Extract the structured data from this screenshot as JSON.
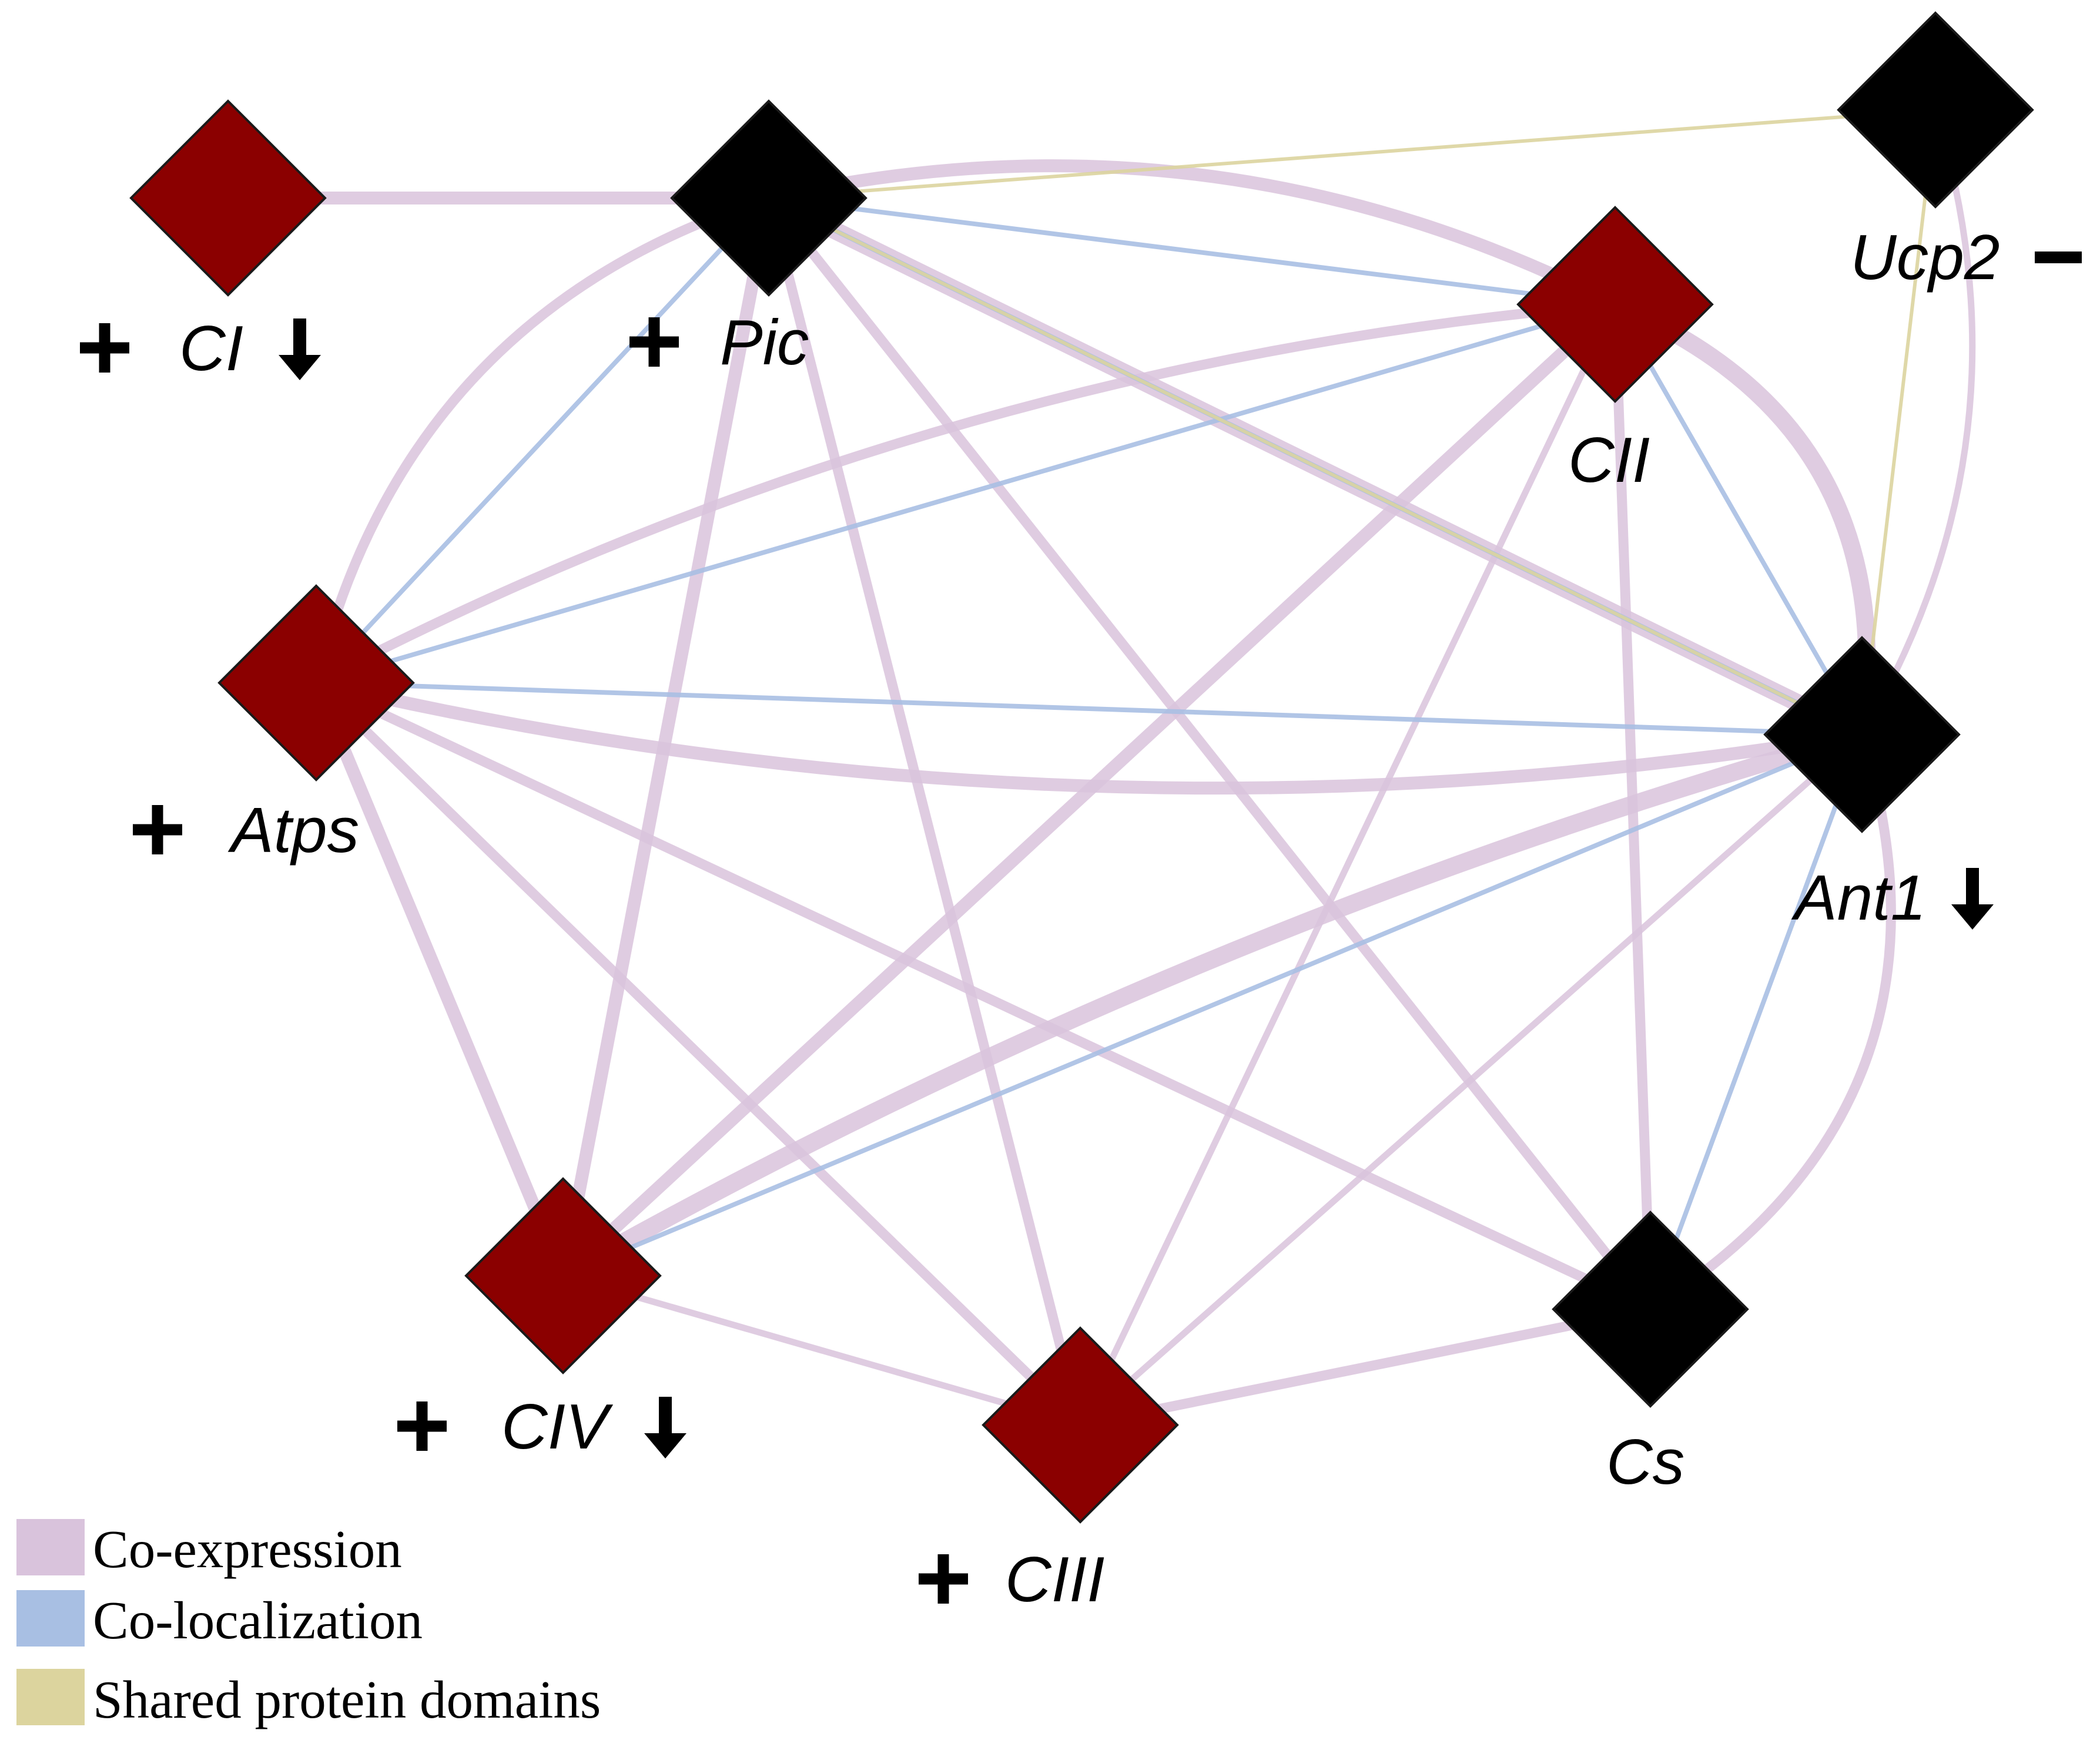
{
  "colors": {
    "coexpression": "#d9c3dc",
    "colocalization": "#a8bfe3",
    "shared_domains": "#dcd49e",
    "node_red": "#8b0000",
    "node_black": "#000000"
  },
  "nodes": [
    {
      "id": "CI",
      "label": "CI",
      "fill": "red",
      "plus": true,
      "marker": "down"
    },
    {
      "id": "Pic",
      "label": "Pic",
      "fill": "black",
      "plus": true,
      "marker": ""
    },
    {
      "id": "Ucp2",
      "label": "Ucp2",
      "fill": "black",
      "plus": false,
      "marker": "minus"
    },
    {
      "id": "CII",
      "label": "CII",
      "fill": "red",
      "plus": false,
      "marker": ""
    },
    {
      "id": "Atps",
      "label": "Atps",
      "fill": "red",
      "plus": true,
      "marker": ""
    },
    {
      "id": "Ant1",
      "label": "Ant1",
      "fill": "black",
      "plus": false,
      "marker": "down"
    },
    {
      "id": "CIV",
      "label": "CIV",
      "fill": "red",
      "plus": true,
      "marker": "down"
    },
    {
      "id": "CIII",
      "label": "CIII",
      "fill": "red",
      "plus": true,
      "marker": ""
    },
    {
      "id": "Cs",
      "label": "Cs",
      "fill": "black",
      "plus": false,
      "marker": ""
    }
  ],
  "edges": [
    {
      "source": "CI",
      "target": "Pic",
      "type": "coexpression",
      "weight": 3
    },
    {
      "source": "Pic",
      "target": "Ucp2",
      "type": "shared_domains",
      "weight": 1
    },
    {
      "source": "Pic",
      "target": "Ant1",
      "type": "shared_domains",
      "weight": 1
    },
    {
      "source": "Ucp2",
      "target": "Ant1",
      "type": "shared_domains",
      "weight": 1
    },
    {
      "source": "Pic",
      "target": "CII",
      "type": "colocalization",
      "weight": 1
    },
    {
      "source": "Pic",
      "target": "CII",
      "type": "coexpression",
      "weight": 3
    },
    {
      "source": "Pic",
      "target": "Ant1",
      "type": "colocalization",
      "weight": 1
    },
    {
      "source": "Pic",
      "target": "Ant1",
      "type": "coexpression",
      "weight": 4
    },
    {
      "source": "Pic",
      "target": "Atps",
      "type": "colocalization",
      "weight": 1
    },
    {
      "source": "Pic",
      "target": "Atps",
      "type": "coexpression",
      "weight": 2
    },
    {
      "source": "Pic",
      "target": "CIV",
      "type": "coexpression",
      "weight": 3
    },
    {
      "source": "Pic",
      "target": "CIII",
      "type": "coexpression",
      "weight": 2
    },
    {
      "source": "Pic",
      "target": "Cs",
      "type": "coexpression",
      "weight": 2
    },
    {
      "source": "CII",
      "target": "Atps",
      "type": "colocalization",
      "weight": 1
    },
    {
      "source": "CII",
      "target": "Atps",
      "type": "coexpression",
      "weight": 2
    },
    {
      "source": "CII",
      "target": "Ant1",
      "type": "colocalization",
      "weight": 1
    },
    {
      "source": "CII",
      "target": "Ant1",
      "type": "coexpression",
      "weight": 4
    },
    {
      "source": "CII",
      "target": "CIV",
      "type": "coexpression",
      "weight": 3
    },
    {
      "source": "CII",
      "target": "CIII",
      "type": "coexpression",
      "weight": 1
    },
    {
      "source": "CII",
      "target": "Cs",
      "type": "coexpression",
      "weight": 2
    },
    {
      "source": "Atps",
      "target": "Ant1",
      "type": "colocalization",
      "weight": 1
    },
    {
      "source": "Atps",
      "target": "Ant1",
      "type": "coexpression",
      "weight": 3
    },
    {
      "source": "Atps",
      "target": "CIV",
      "type": "coexpression",
      "weight": 3
    },
    {
      "source": "Atps",
      "target": "CIII",
      "type": "coexpression",
      "weight": 2
    },
    {
      "source": "Atps",
      "target": "Cs",
      "type": "coexpression",
      "weight": 2
    },
    {
      "source": "Ant1",
      "target": "CIV",
      "type": "colocalization",
      "weight": 1
    },
    {
      "source": "Ant1",
      "target": "CIV",
      "type": "coexpression",
      "weight": 4
    },
    {
      "source": "Ant1",
      "target": "CIII",
      "type": "coexpression",
      "weight": 1
    },
    {
      "source": "Ant1",
      "target": "Cs",
      "type": "colocalization",
      "weight": 1
    },
    {
      "source": "Ant1",
      "target": "Cs",
      "type": "coexpression",
      "weight": 2
    },
    {
      "source": "Ant1",
      "target": "Ucp2",
      "type": "coexpression",
      "weight": 1
    },
    {
      "source": "CIV",
      "target": "CIII",
      "type": "coexpression",
      "weight": 1
    },
    {
      "source": "CIII",
      "target": "Cs",
      "type": "coexpression",
      "weight": 2
    }
  ],
  "legend": [
    {
      "label": "Co-expression",
      "type": "coexpression"
    },
    {
      "label": "Co-localization",
      "type": "colocalization"
    },
    {
      "label": "Shared protein domains",
      "type": "shared_domains"
    }
  ]
}
